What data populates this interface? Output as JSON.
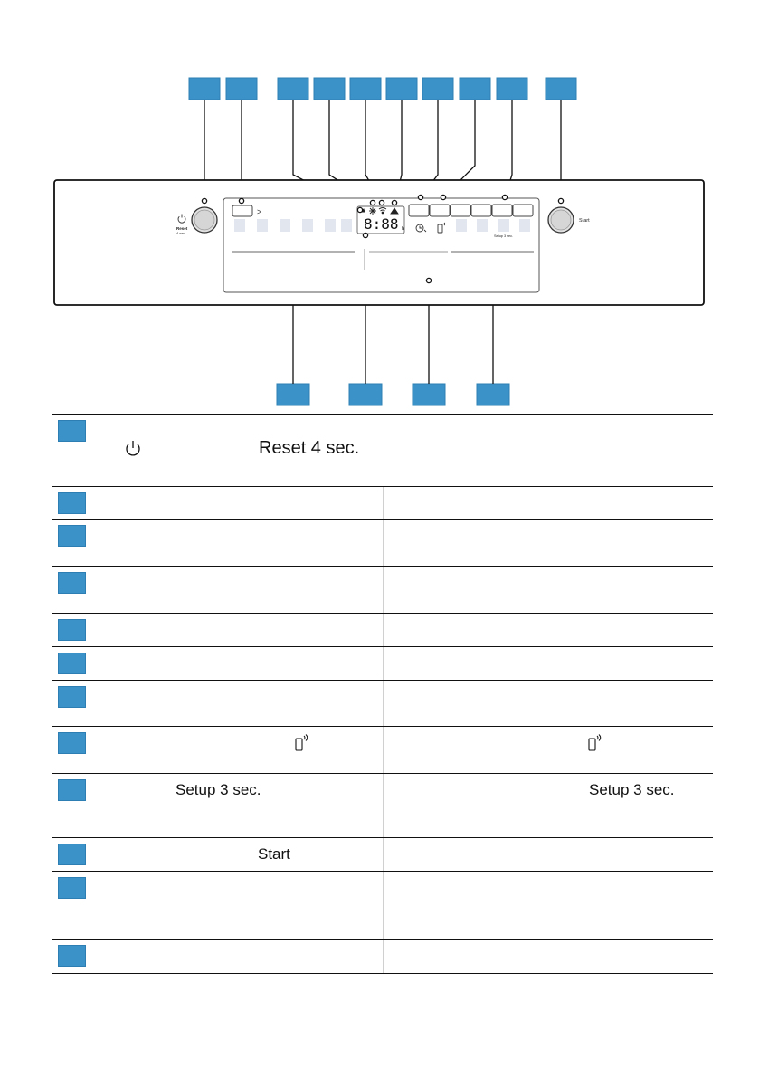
{
  "panel": {
    "reset_label": "Reset",
    "reset_sub": "4 sec.",
    "display_digits": "8:88",
    "display_suffix": "h",
    "setup_label": "Setup 3 sec.",
    "start_label": "Start",
    "arrow_glyph": ">"
  },
  "table": {
    "rows": [
      {
        "text_left": "Reset 4 sec.",
        "text_right": "",
        "icon_left": "power-icon",
        "icon_right": ""
      },
      {
        "text_left": "",
        "text_right": "",
        "icon_left": "",
        "icon_right": ""
      },
      {
        "text_left": "",
        "text_right": "",
        "icon_left": "",
        "icon_right": ""
      },
      {
        "text_left": "",
        "text_right": "",
        "icon_left": "",
        "icon_right": ""
      },
      {
        "text_left": "",
        "text_right": "",
        "icon_left": "",
        "icon_right": ""
      },
      {
        "text_left": "",
        "text_right": "",
        "icon_left": "",
        "icon_right": ""
      },
      {
        "text_left": "",
        "text_right": "",
        "icon_left": "",
        "icon_right": ""
      },
      {
        "text_left": "",
        "text_right": "",
        "icon_left": "remote-start-icon",
        "icon_right": "remote-start-icon"
      },
      {
        "text_left": "Setup 3 sec.",
        "text_right": "Setup 3 sec.",
        "icon_left": "",
        "icon_right": ""
      },
      {
        "text_left": "Start",
        "text_right": "",
        "icon_left": "",
        "icon_right": ""
      },
      {
        "text_left": "",
        "text_right": "",
        "icon_left": "",
        "icon_right": ""
      },
      {
        "text_left": "",
        "text_right": "",
        "icon_left": "",
        "icon_right": ""
      }
    ]
  },
  "colors": {
    "badge": "#3b92c9",
    "badge_border": "#2d7fb3",
    "line": "#111111",
    "panel_fill": "#ffffff",
    "slot": "#e2e6ee"
  }
}
